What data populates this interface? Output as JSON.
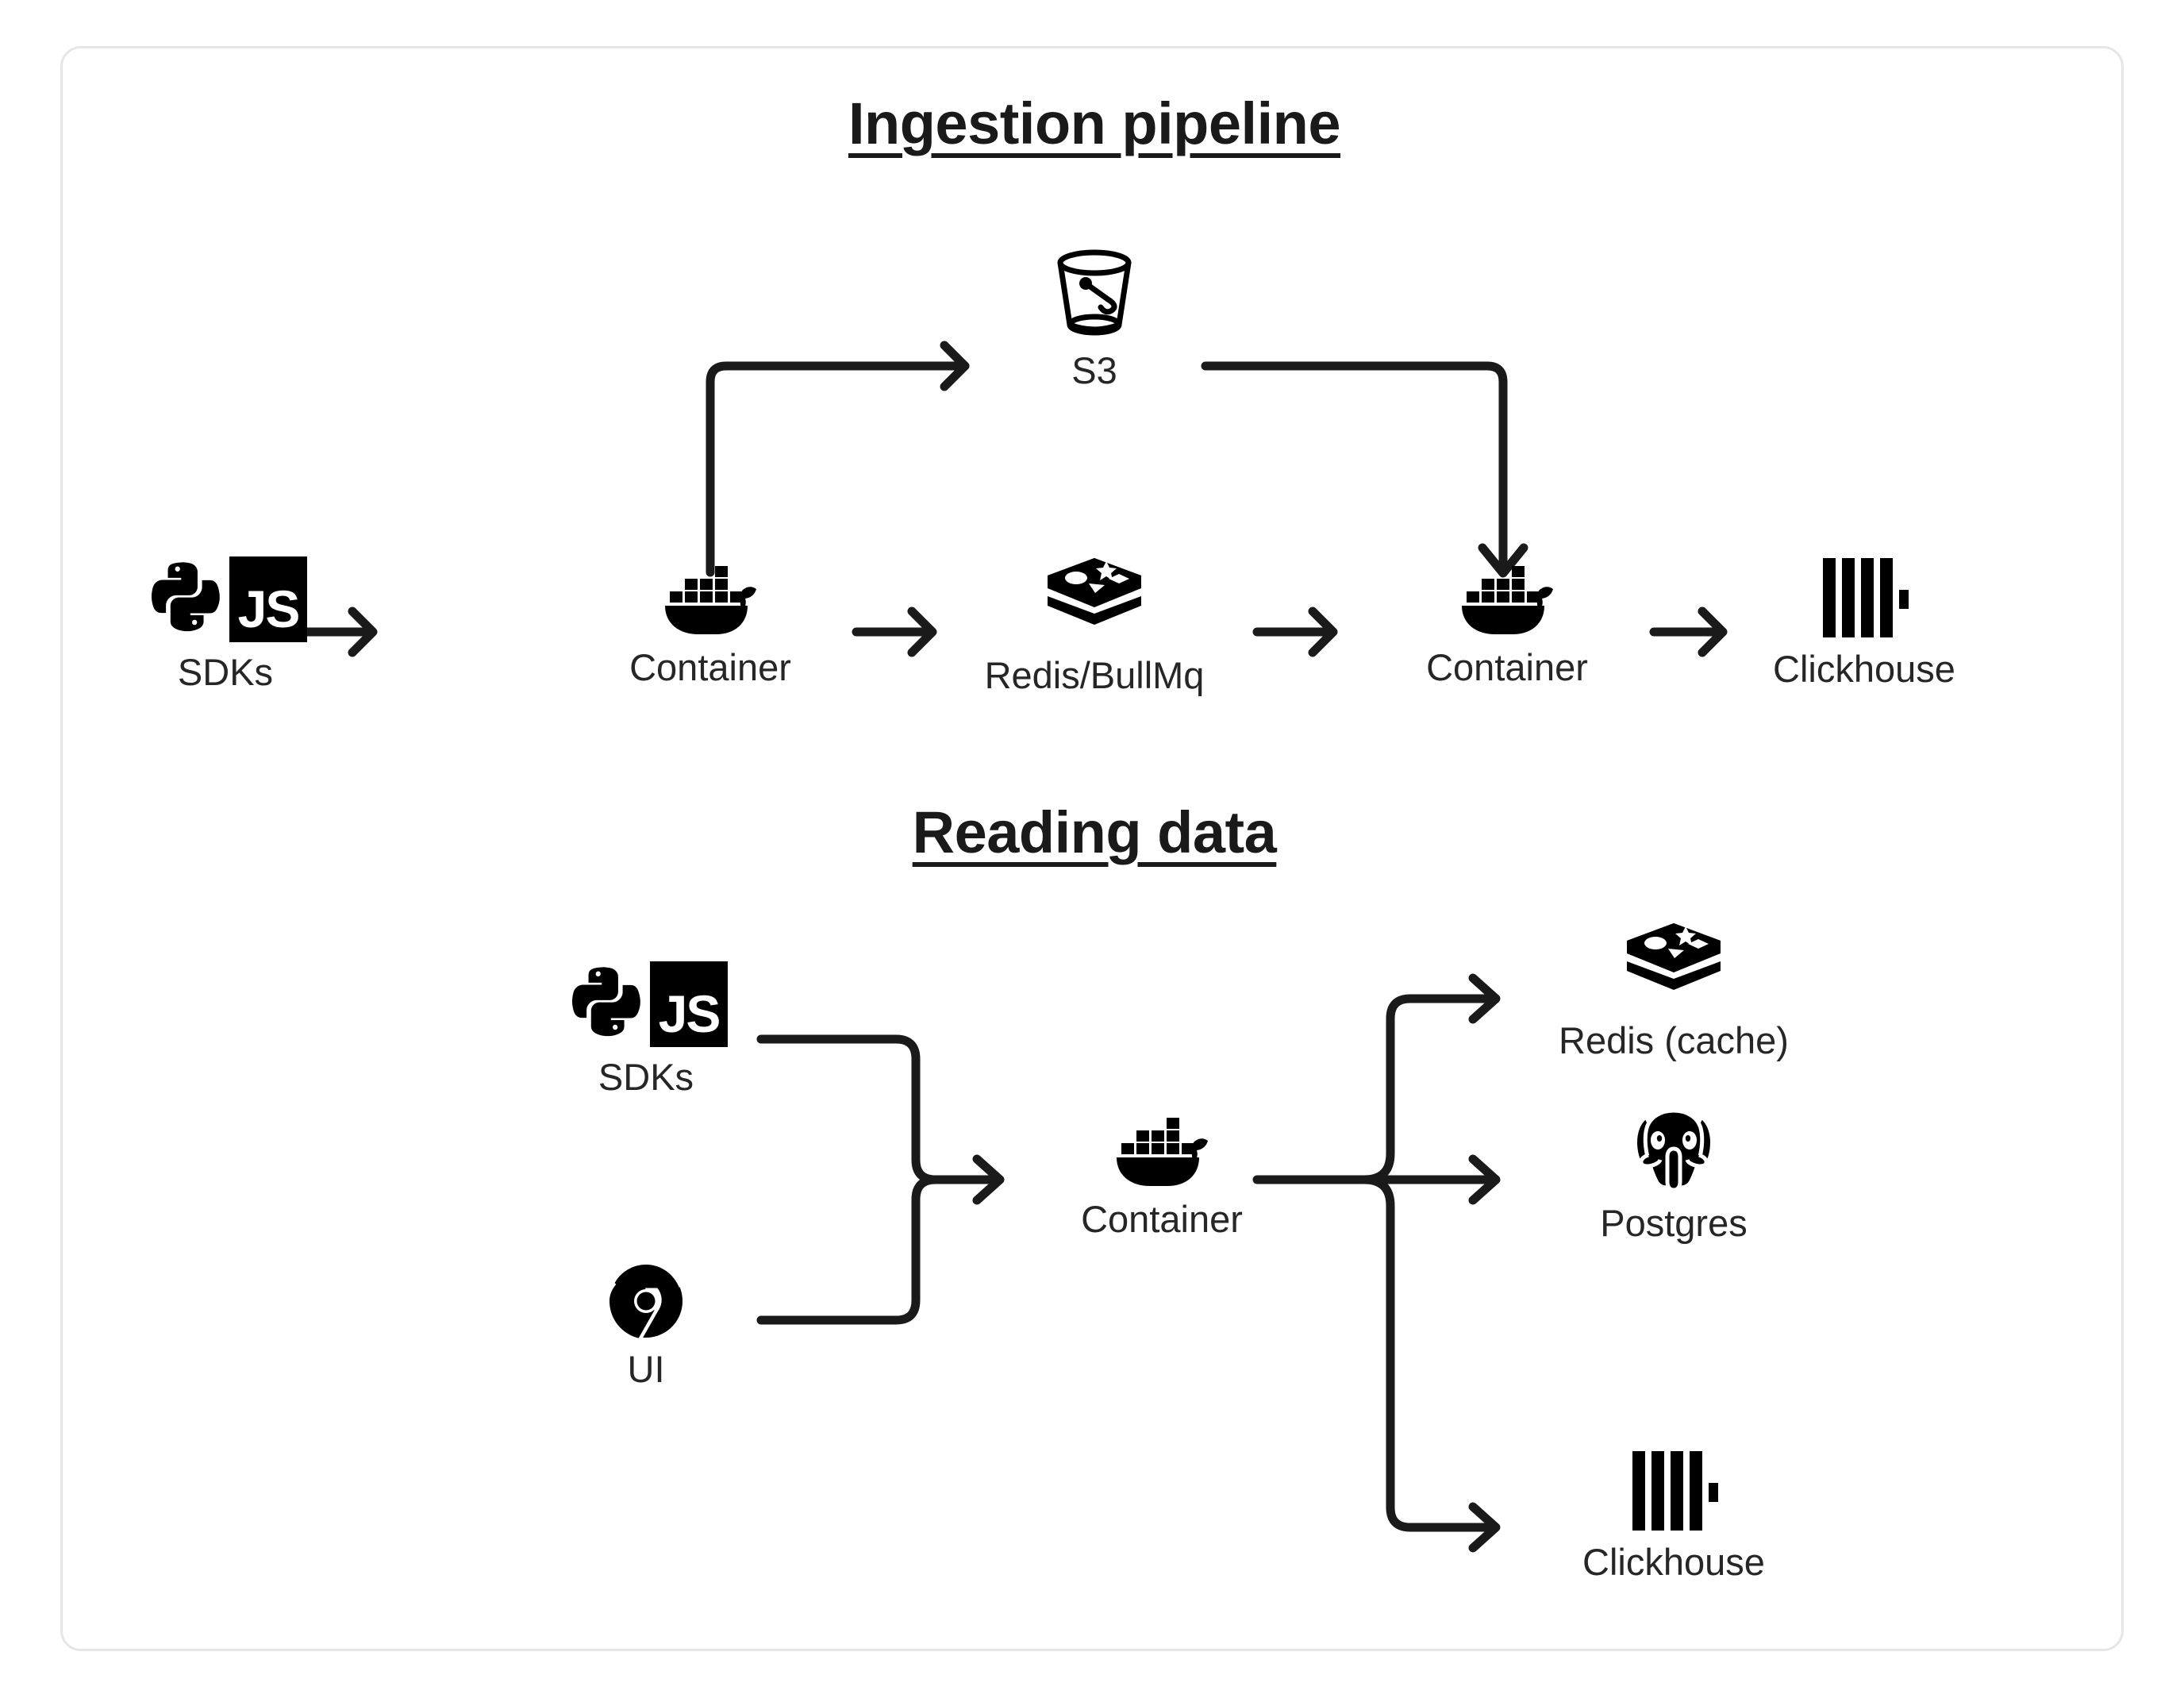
{
  "diagram": {
    "title_ingestion": "Ingestion pipeline",
    "title_reading": "Reading data",
    "border_color": "#e6e6e6",
    "ink_color": "#1a1a1a",
    "background": "#ffffff",
    "js_badge_label": "JS"
  },
  "ingestion": {
    "nodes": [
      {
        "id": "sdks",
        "label": "SDKs",
        "icon": "python-js-sdk-icon"
      },
      {
        "id": "container1",
        "label": "Container",
        "icon": "docker-whale-icon"
      },
      {
        "id": "redis",
        "label": "Redis/BullMq",
        "icon": "redis-stack-icon"
      },
      {
        "id": "s3",
        "label": "S3",
        "icon": "s3-bucket-icon"
      },
      {
        "id": "container2",
        "label": "Container",
        "icon": "docker-whale-icon"
      },
      {
        "id": "clickhouse",
        "label": "Clickhouse",
        "icon": "clickhouse-bars-icon"
      }
    ],
    "edges": [
      {
        "from": "sdks",
        "to": "container1",
        "kind": "straight"
      },
      {
        "from": "container1",
        "to": "s3",
        "kind": "elbow-up-right"
      },
      {
        "from": "container1",
        "to": "redis",
        "kind": "straight"
      },
      {
        "from": "redis",
        "to": "container2",
        "kind": "straight"
      },
      {
        "from": "s3",
        "to": "container2",
        "kind": "elbow-right-down"
      },
      {
        "from": "container2",
        "to": "clickhouse",
        "kind": "straight"
      }
    ]
  },
  "reading": {
    "sources": [
      {
        "id": "sdks",
        "label": "SDKs",
        "icon": "python-js-sdk-icon"
      },
      {
        "id": "ui",
        "label": "UI",
        "icon": "chrome-icon"
      }
    ],
    "hub": {
      "id": "container",
      "label": "Container",
      "icon": "docker-whale-icon"
    },
    "targets": [
      {
        "id": "redis-cache",
        "label": "Redis (cache)",
        "icon": "redis-stack-icon"
      },
      {
        "id": "postgres",
        "label": "Postgres",
        "icon": "postgres-elephant-icon"
      },
      {
        "id": "clickhouse",
        "label": "Clickhouse",
        "icon": "clickhouse-bars-icon"
      }
    ],
    "edges": [
      {
        "from": "sdks",
        "to": "container",
        "kind": "merge"
      },
      {
        "from": "ui",
        "to": "container",
        "kind": "merge"
      },
      {
        "from": "container",
        "to": "redis-cache",
        "kind": "fan-up"
      },
      {
        "from": "container",
        "to": "postgres",
        "kind": "fan-straight"
      },
      {
        "from": "container",
        "to": "clickhouse",
        "kind": "fan-down"
      }
    ]
  }
}
